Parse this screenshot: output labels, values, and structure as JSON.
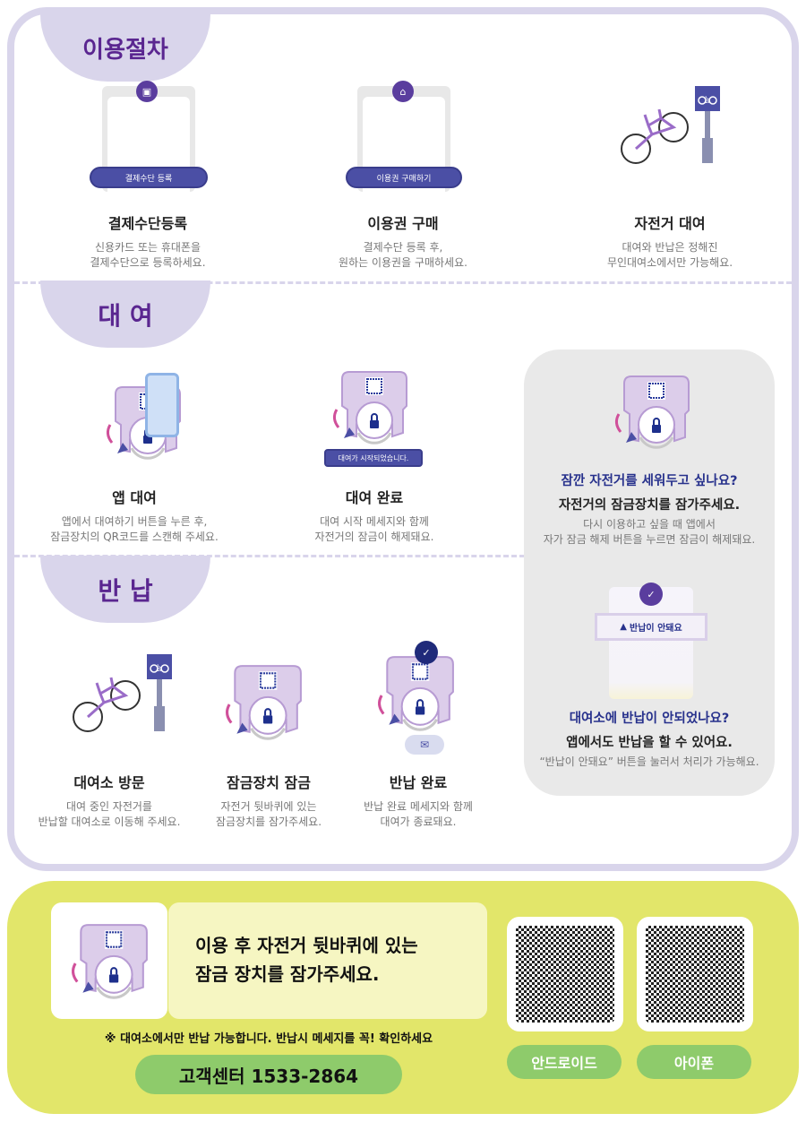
{
  "sections": {
    "procedure": "이용절차",
    "rent": "대 여",
    "return": "반 납"
  },
  "procedure_steps": [
    {
      "screen_button": "결제수단 등록",
      "title": "결제수단등록",
      "desc": [
        "신용카드 또는 휴대폰을",
        "결제수단으로 등록하세요."
      ],
      "icon": "wallet-icon"
    },
    {
      "screen_button": "이용권 구매하기",
      "title": "이용권 구매",
      "desc": [
        "결제수단 등록 후,",
        "원하는 이용권을 구매하세요."
      ],
      "icon": "ticket-icon"
    },
    {
      "title": "자전거 대여",
      "desc": [
        "대여와 반납은 정해진",
        "무인대여소에서만 가능해요."
      ],
      "icon": "bicycle-station-icon"
    }
  ],
  "rent_steps": [
    {
      "title": "앱 대여",
      "desc": [
        "앱에서 대여하기 버튼을 누른 후,",
        "잠금장치의 QR코드를 스캔해 주세요."
      ]
    },
    {
      "toast": "대여가 시작되었습니다.",
      "title": "대여 완료",
      "desc": [
        "대여 시작 메세지와 함께",
        "자전거의 잠금이 해제돼요."
      ]
    }
  ],
  "return_steps": [
    {
      "title": "대여소 방문",
      "desc": [
        "대여 중인 자전거를",
        "반납할 대여소로 이동해 주세요."
      ]
    },
    {
      "title": "잠금장치 잠금",
      "desc": [
        "자전거 뒷바퀴에 있는",
        "잠금장치를 잠가주세요."
      ]
    },
    {
      "title": "반납 완료",
      "desc": [
        "반납 완료 메세지와 함께",
        "대여가 종료돼요."
      ]
    }
  ],
  "tips": [
    {
      "question": "잠깐 자전거를 세워두고 싶나요?",
      "answer": "자전거의 잠금장치를 잠가주세요.",
      "desc": [
        "다시 이용하고 싶을 때 앱에서",
        "자가 잠금 해제 버튼을 누르면 잠금이 해제돼요."
      ]
    },
    {
      "screen_button": "반납이 안돼요",
      "question": "대여소에 반납이 안되었나요?",
      "answer": "앱에서도 반납을 할 수 있어요.",
      "desc": [
        "“반납이 안돼요” 버튼을 눌러서 처리가 가능해요."
      ]
    }
  ],
  "footer": {
    "notice": [
      "이용 후 자전거 뒷바퀴에 있는",
      "잠금 장치를 잠가주세요."
    ],
    "note": "※ 대여소에서만 반납 가능합니다. 반납시 메세지를 꼭! 확인하세요",
    "call_center": "고객센터  1533-2864",
    "android": "안드로이드",
    "iphone": "아이폰"
  },
  "colors": {
    "section": "#d9d5eb",
    "title": "#5a2690",
    "tip_blue": "#27318c",
    "footer_bg": "#e2e66a",
    "button_green": "#8ecb6b"
  }
}
